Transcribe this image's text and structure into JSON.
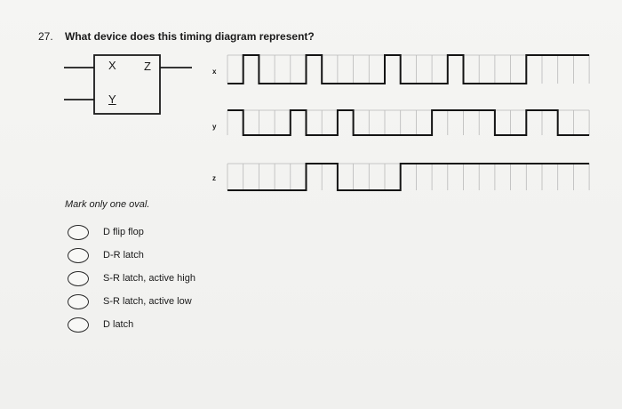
{
  "question": {
    "number": "27.",
    "text": "What device does this timing diagram represent?"
  },
  "block": {
    "input_x": "X",
    "output_z": "Z",
    "input_y": "Y"
  },
  "timing": {
    "signals": [
      {
        "name": "x",
        "levels": [
          0,
          1,
          0,
          0,
          0,
          1,
          0,
          0,
          0,
          0,
          1,
          0,
          0,
          0,
          1,
          0,
          0,
          0,
          0,
          1,
          1,
          1,
          1
        ]
      },
      {
        "name": "y",
        "levels": [
          1,
          0,
          0,
          0,
          1,
          0,
          0,
          1,
          0,
          0,
          0,
          0,
          0,
          1,
          1,
          1,
          1,
          0,
          0,
          1,
          1,
          0,
          0
        ]
      },
      {
        "name": "z",
        "levels": [
          0,
          0,
          0,
          0,
          0,
          1,
          1,
          0,
          0,
          0,
          0,
          1,
          1,
          1,
          1,
          1,
          1,
          1,
          1,
          1,
          1,
          1,
          1
        ]
      }
    ]
  },
  "instruction": "Mark only one oval.",
  "options": [
    "D flip flop",
    "D-R latch",
    "S-R latch, active high",
    "S-R latch, active low",
    "D latch"
  ]
}
